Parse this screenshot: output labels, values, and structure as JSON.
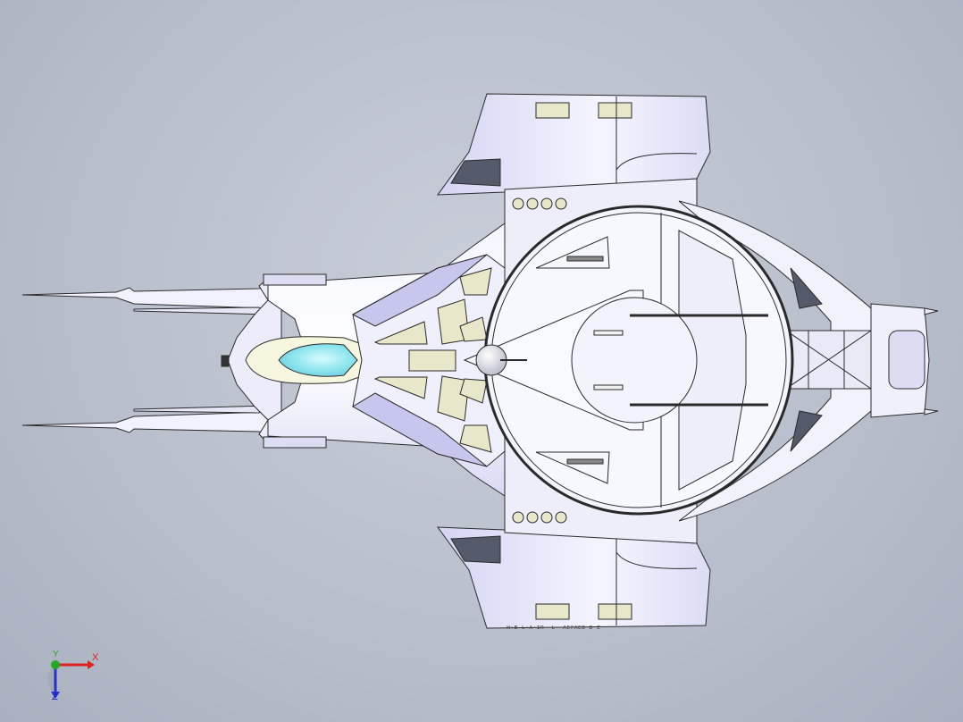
{
  "viewport": {
    "title": "",
    "model": "spaceship-assembly-top-view"
  },
  "triad": {
    "x_label": "X",
    "y_label": "Y",
    "z_label": "Z",
    "x_color": "#dd2222",
    "y_color": "#22aa22",
    "z_color": "#2233cc"
  },
  "colors": {
    "background": "#b9bfcc",
    "hull": "#eef0fb",
    "hull_shadow": "#c8c8f0",
    "panel": "#e9e7c9",
    "canopy": "#8fe6ee",
    "edge": "#2a2a2a"
  }
}
